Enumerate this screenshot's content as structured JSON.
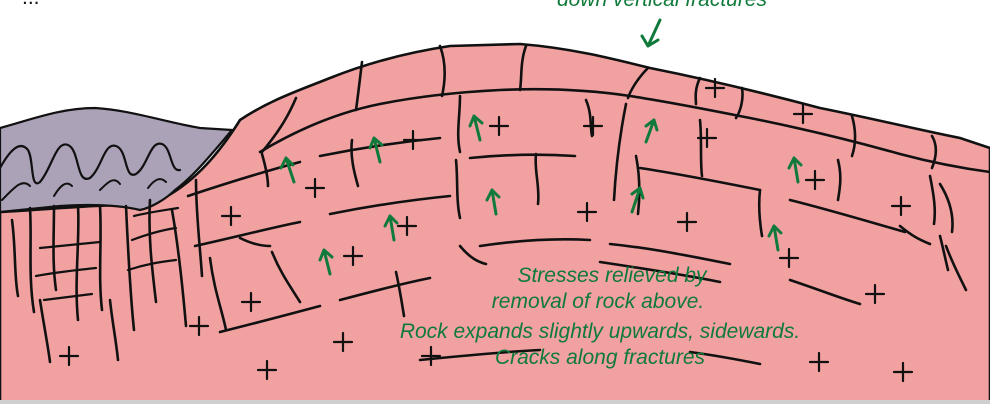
{
  "labels": {
    "top_left_fragment": "...",
    "top_fracture": "down vertical fractures",
    "stress_line1": "Stresses relieved by",
    "stress_line2": "removal of rock above.",
    "stress_line3": "Rock expands slightly upwards, sidewards.",
    "stress_line4": "Cracks along fractures"
  },
  "colors": {
    "granite": "#f2a1a1",
    "metamorphic": "#aba2b8",
    "ink": "#111111",
    "arrow": "#0f7a3a"
  },
  "icons": [
    "plus-mark",
    "green-arrow"
  ]
}
